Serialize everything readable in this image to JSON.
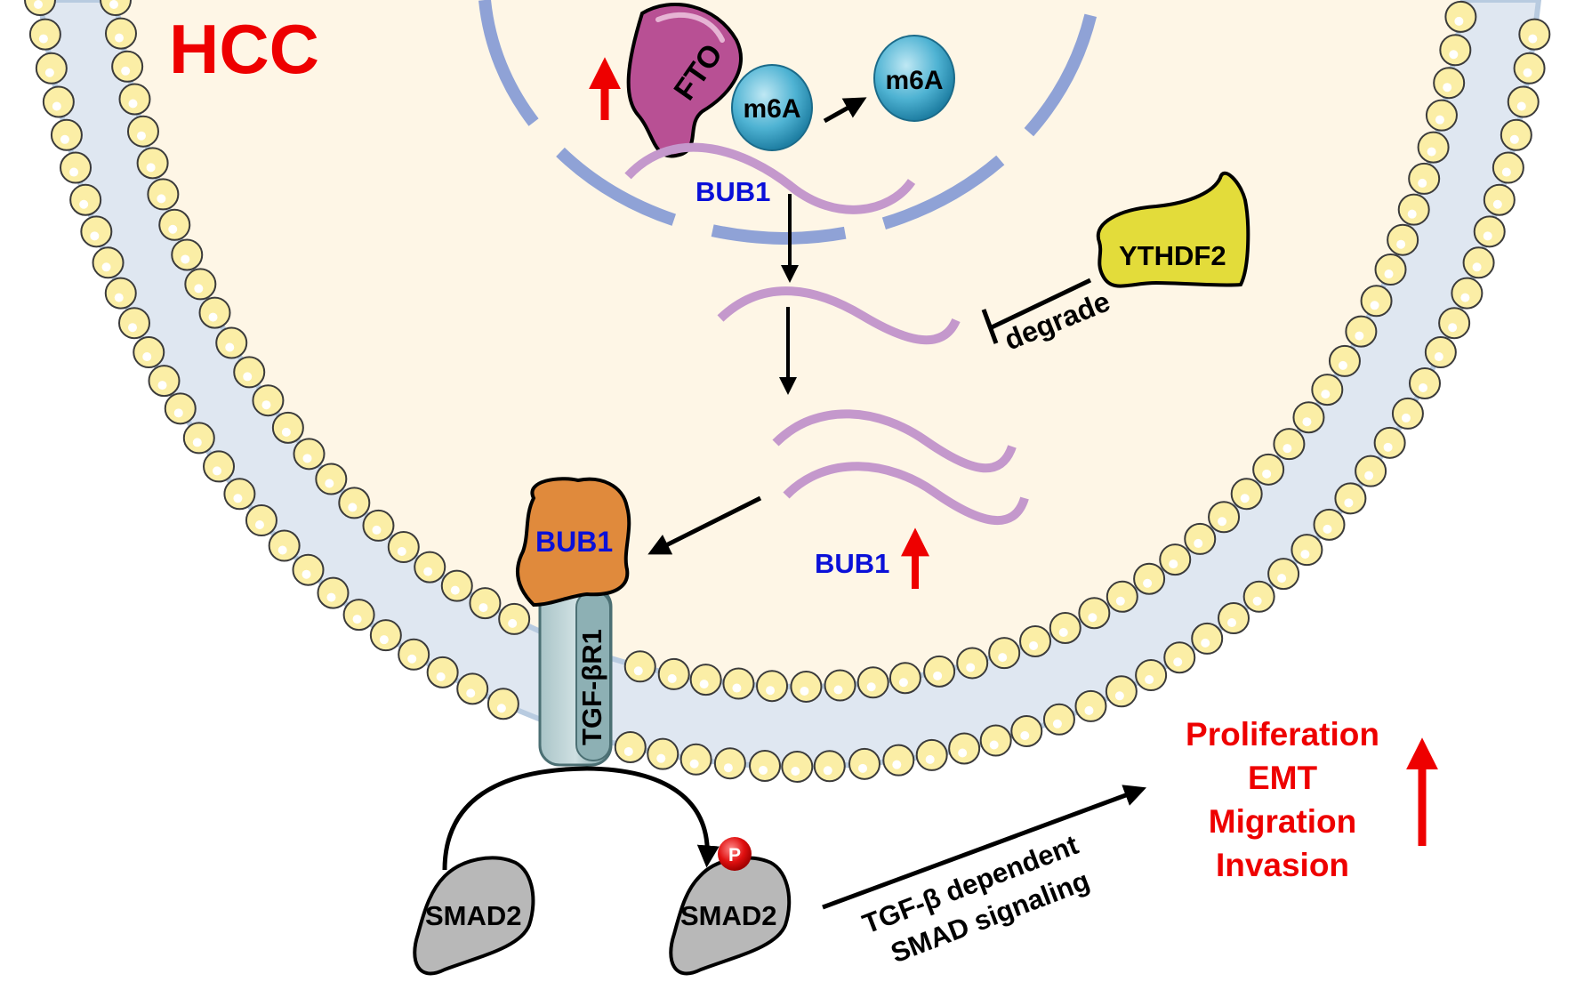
{
  "title": "HCC",
  "colors": {
    "title_red": "#ee0000",
    "gene_blue": "#0a10d8",
    "arrow_red": "#ee0000",
    "cytoplasm": "#fef6e6",
    "nuclear_envelope": "#8fa2d6",
    "mrna": "#c498cc",
    "lipid_head": "#fbeea6",
    "membrane_core": "#dfe7f1",
    "fto": "#b85094",
    "m6a": "#4fb3d3",
    "ythdf2": "#e3dc3a",
    "bub1_protein": "#e08a3c",
    "receptor": "#8db0b4",
    "smad": "#b8b8b8",
    "phospho": "#e01010"
  },
  "nucleus": {
    "fto_label": "FTO",
    "fto_change": "up",
    "m6a_bound_label": "m6A",
    "m6a_released_label": "m6A",
    "mrna_label": "BUB1"
  },
  "cytoplasm": {
    "ythdf2_label": "YTHDF2",
    "degrade_label": "degrade",
    "mrna_up_label": "BUB1",
    "mrna_change": "up"
  },
  "membrane": {
    "bub1_protein_label": "BUB1",
    "receptor_label": "TGF-βR1"
  },
  "signaling": {
    "smad_unphos_label": "SMAD2",
    "smad_phos_label": "SMAD2",
    "phospho_label": "P",
    "pathway_line1": "TGF-β dependent",
    "pathway_line2": "SMAD signaling"
  },
  "outcomes": {
    "items": [
      "Proliferation",
      "EMT",
      "Migration",
      "Invasion"
    ],
    "change": "up"
  }
}
